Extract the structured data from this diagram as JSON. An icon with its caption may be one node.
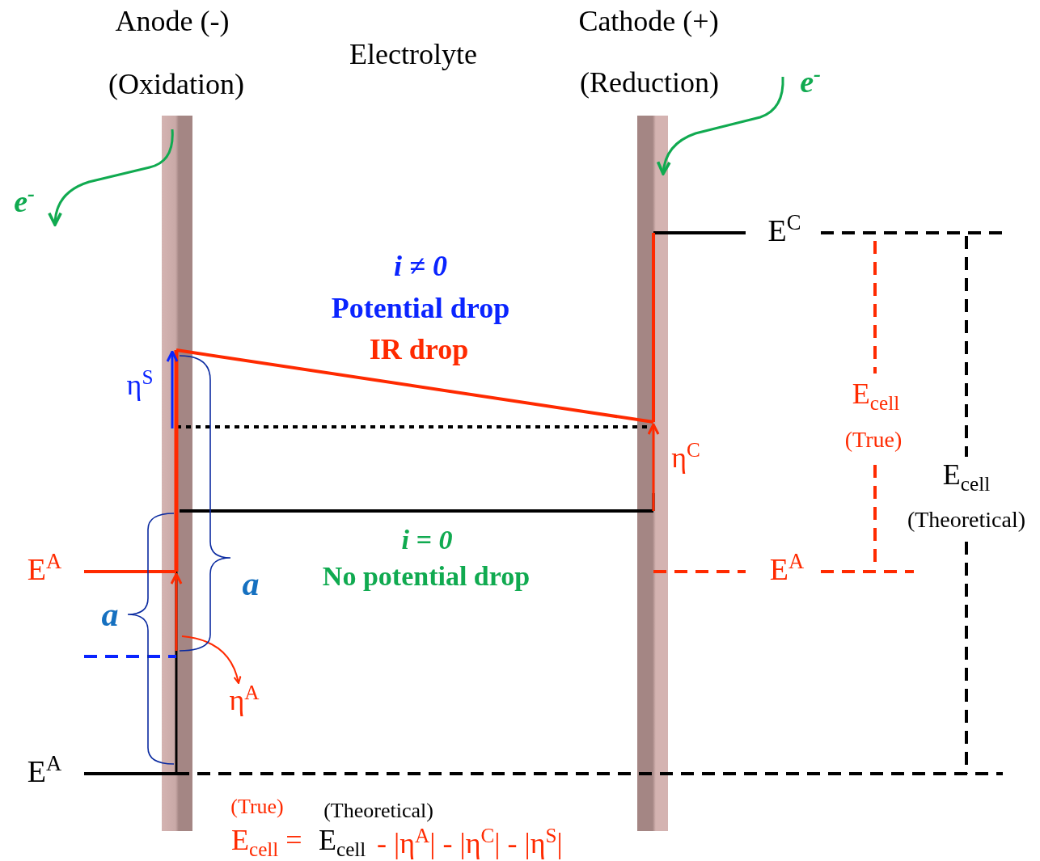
{
  "diagram": {
    "labels": [
      "Anode (-)",
      "(Oxidation)",
      "Electrolyte",
      "Cathode (+)",
      "(Reduction)",
      "e$^{-}$",
      "e$^{-}$",
      "E$^{C}$",
      "i ≠ 0",
      "Potential drop",
      "IR drop",
      "η$^{S}$",
      "E$_{cell}$",
      "(True)",
      "η$^{C}$",
      "E$_{cell}$",
      "(Theoretical)",
      "i = 0",
      "No potential drop",
      "E$^{A}$",
      "E$^{A}$",
      "a",
      "a",
      "η$^{A}$",
      "E$^{A}$",
      "(True)",
      "(Theoretical)",
      "E$_{cell}$ =",
      "E$_{cell}$",
      "- |η$^{A}$| - |η$^{C}$| - |η$^{S}$|"
    ]
  }
}
